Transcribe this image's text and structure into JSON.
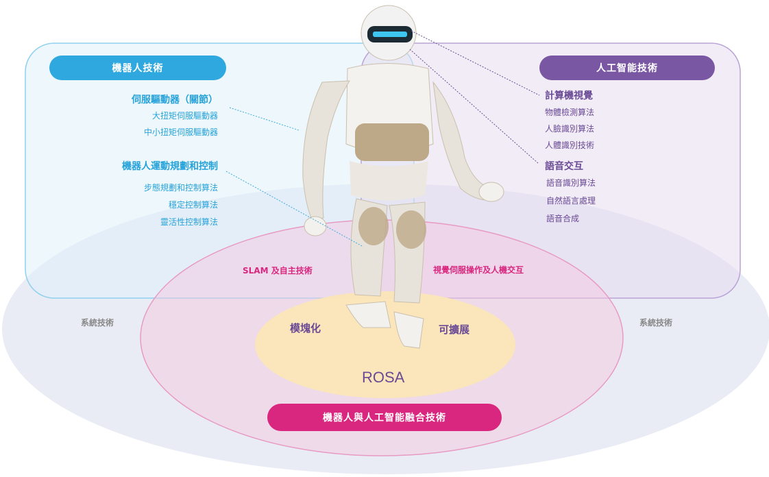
{
  "pills": {
    "robot_tech": "機器人技術",
    "ai_tech": "人工智能技術",
    "fusion_tech": "機器人與人工智能融合技術"
  },
  "robot_tech": {
    "servo": {
      "heading": "伺服驅動器（關節）",
      "items": [
        "大扭矩伺服驅動器",
        "中小扭矩伺服驅動器"
      ]
    },
    "motion": {
      "heading": "機器人運動規劃和控制",
      "items": [
        "步態規劃和控制算法",
        "穩定控制算法",
        "靈活性控制算法"
      ]
    }
  },
  "ai_tech": {
    "vision": {
      "heading": "計算機視覺",
      "items": [
        "物體檢測算法",
        "人臉識別算法",
        "人體識別技術"
      ]
    },
    "voice": {
      "heading": "語音交互",
      "items": [
        "語音識別算法",
        "自然語言處理",
        "語音合成"
      ]
    }
  },
  "fusion": {
    "slam": "SLAM 及自主技術",
    "visual_servo": "視覺伺服操作及人機交互"
  },
  "core": {
    "modular": "模塊化",
    "extensible": "可擴展",
    "name": "ROSA"
  },
  "system": {
    "left": "系統技術",
    "right": "系統技術"
  },
  "colors": {
    "robot_blue": "#2ea8df",
    "ai_purple": "#7a57a3",
    "fusion_pink": "#d9267f",
    "core_yellow": "#fbe6b8"
  }
}
